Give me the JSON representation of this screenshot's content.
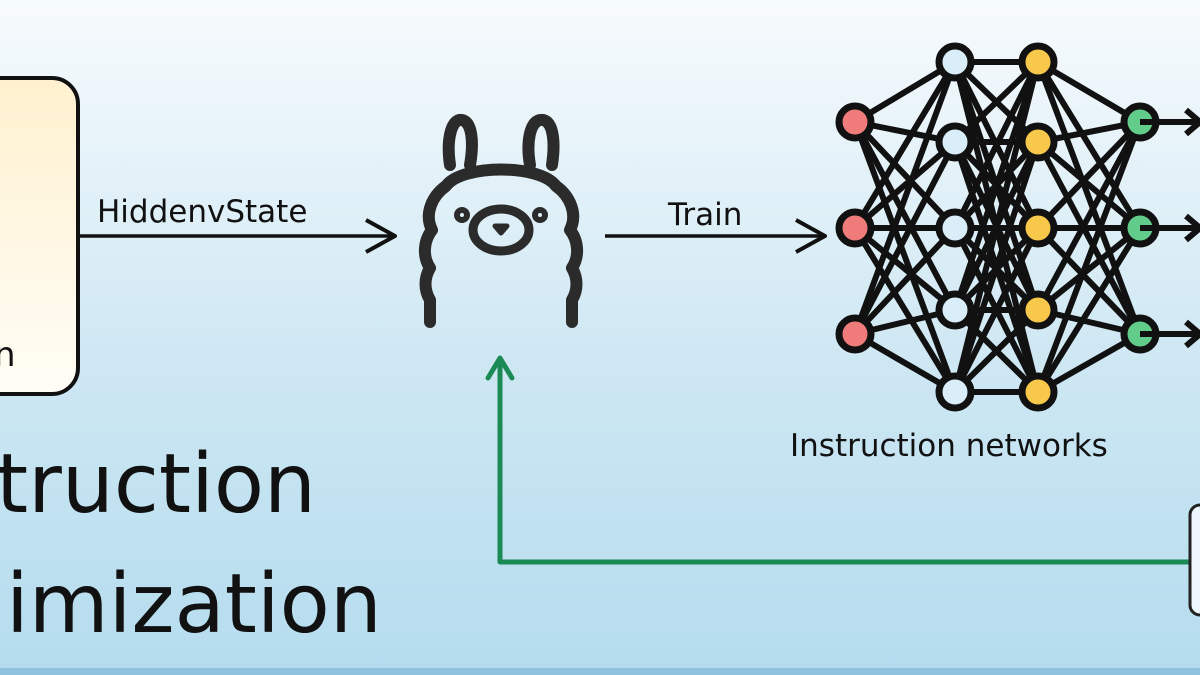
{
  "diagram": {
    "left_box_text": "n",
    "hidden_state_label": "HiddenvState",
    "train_label": "Train",
    "network_caption": "Instruction networks",
    "title_line1": "truction",
    "title_line2": "imization"
  },
  "colors": {
    "bg_top": "#f7fbfd",
    "bg_bottom": "#b4dcee",
    "feedback_arrow": "#1c8a55",
    "node_input": "#f07b7b",
    "node_hidden_a": "#d9eef8",
    "node_hidden_b": "#f8c84a",
    "node_output": "#62cc8a",
    "box_fill_top": "#fff1cf",
    "box_fill_bottom": "#fffdf6"
  },
  "icons": {
    "model": "llama-icon",
    "network": "neural-network-icon"
  }
}
